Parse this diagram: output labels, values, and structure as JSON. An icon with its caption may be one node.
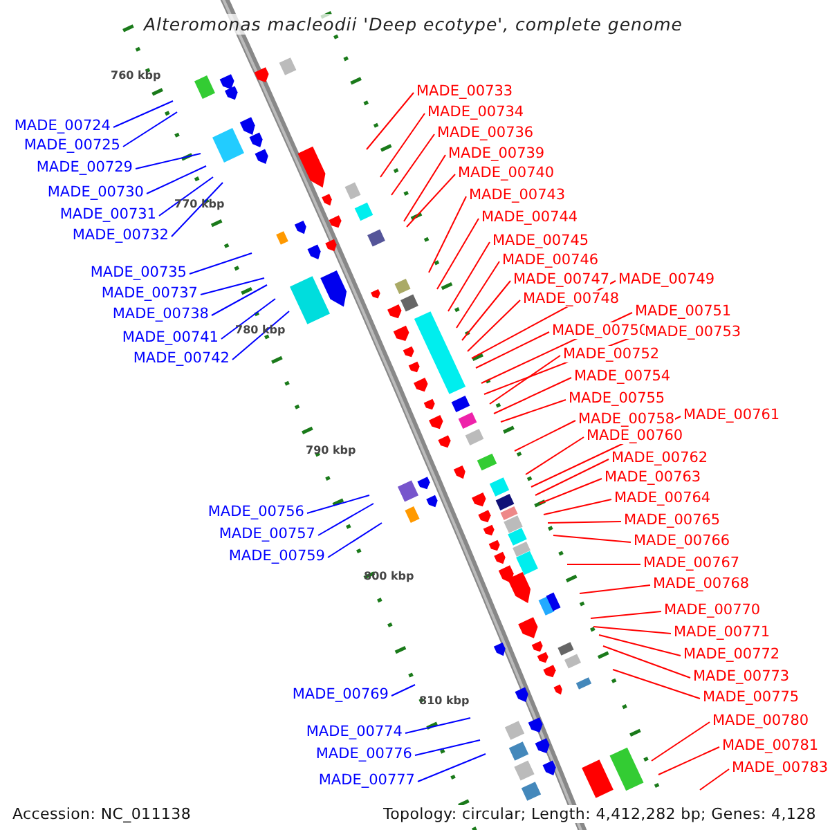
{
  "diagram": {
    "title": "Alteromonas macleodii 'Deep ecotype', complete genome",
    "nodes": [
      {
        "text": [
          "MADE_00724"
        ]
      },
      {
        "text": [
          "MADE_00725"
        ]
      },
      {
        "text": [
          "MADE_00729"
        ]
      },
      {
        "text": [
          "MADE_00730"
        ]
      },
      {
        "text": [
          "MADE_00731"
        ]
      },
      {
        "text": [
          "MADE_00732"
        ]
      },
      {
        "text": [
          "MADE_00735"
        ]
      },
      {
        "text": [
          "MADE_00737"
        ]
      },
      {
        "text": [
          "MADE_00738"
        ]
      },
      {
        "text": [
          "MADE_00741"
        ]
      },
      {
        "text": [
          "MADE_00742"
        ]
      },
      {
        "text": [
          "MADE_00756"
        ]
      },
      {
        "text": [
          "MADE_00757"
        ]
      },
      {
        "text": [
          "MADE_00759"
        ]
      },
      {
        "text": [
          "MADE_00769"
        ]
      },
      {
        "text": [
          "MADE_00774"
        ]
      },
      {
        "text": [
          "MADE_00776"
        ]
      },
      {
        "text": [
          "MADE_00777"
        ]
      },
      {
        "text": [
          "MADE_00733"
        ]
      },
      {
        "text": [
          "MADE_00734"
        ]
      },
      {
        "text": [
          "MADE_00736"
        ]
      },
      {
        "text": [
          "MADE_00739"
        ]
      },
      {
        "text": [
          "MADE_00740"
        ]
      },
      {
        "text": [
          "MADE_00743"
        ]
      },
      {
        "text": [
          "MADE_00744"
        ]
      },
      {
        "text": [
          "MADE_00745"
        ]
      },
      {
        "text": [
          "MADE_00746"
        ]
      },
      {
        "text": [
          "MADE_00747"
        ]
      },
      {
        "text": [
          "MADE_00748"
        ]
      },
      {
        "text": [
          "MADE_00749"
        ]
      },
      {
        "text": [
          "MADE_00750"
        ]
      },
      {
        "text": [
          "MADE_00751"
        ]
      },
      {
        "text": [
          "MADE_00753"
        ]
      },
      {
        "text": [
          "MADE_00752"
        ]
      },
      {
        "text": [
          "MADE_00754"
        ]
      },
      {
        "text": [
          "MADE_00755"
        ]
      },
      {
        "text": [
          "MADE_00758"
        ]
      },
      {
        "text": [
          "MADE_00761"
        ]
      },
      {
        "text": [
          "MADE_00760"
        ]
      },
      {
        "text": [
          "MADE_00762"
        ]
      },
      {
        "text": [
          "MADE_00763"
        ]
      },
      {
        "text": [
          "MADE_00764"
        ]
      },
      {
        "text": [
          "MADE_00765"
        ]
      },
      {
        "text": [
          "MADE_00766"
        ]
      },
      {
        "text": [
          "MADE_00767"
        ]
      },
      {
        "text": [
          "MADE_00768"
        ]
      },
      {
        "text": [
          "MADE_00770"
        ]
      },
      {
        "text": [
          "MADE_00771"
        ]
      },
      {
        "text": [
          "MADE_00772"
        ]
      },
      {
        "text": [
          "MADE_00773"
        ]
      },
      {
        "text": [
          "MADE_00775"
        ]
      },
      {
        "text": [
          "MADE_00780"
        ]
      },
      {
        "text": [
          "MADE_00781"
        ]
      },
      {
        "text": [
          "MADE_00783"
        ]
      }
    ],
    "edges": [
      {
        "from": 0,
        "to": null,
        "arrow": "none",
        "color": "#0000ff"
      },
      {
        "from": 1,
        "to": null,
        "arrow": "none",
        "color": "#0000ff"
      },
      {
        "from": 2,
        "to": null,
        "arrow": "none",
        "color": "#0000ff"
      },
      {
        "from": 3,
        "to": null,
        "arrow": "none",
        "color": "#0000ff"
      },
      {
        "from": 4,
        "to": null,
        "arrow": "none",
        "color": "#0000ff"
      },
      {
        "from": 5,
        "to": null,
        "arrow": "none",
        "color": "#0000ff"
      },
      {
        "from": 6,
        "to": null,
        "arrow": "none",
        "color": "#0000ff"
      },
      {
        "from": 7,
        "to": null,
        "arrow": "none",
        "color": "#0000ff"
      },
      {
        "from": 8,
        "to": null,
        "arrow": "none",
        "color": "#0000ff"
      },
      {
        "from": 9,
        "to": null,
        "arrow": "none",
        "color": "#0000ff"
      },
      {
        "from": 10,
        "to": null,
        "arrow": "none",
        "color": "#0000ff"
      },
      {
        "from": 11,
        "to": null,
        "arrow": "none",
        "color": "#0000ff"
      },
      {
        "from": 12,
        "to": null,
        "arrow": "none",
        "color": "#0000ff"
      },
      {
        "from": 13,
        "to": null,
        "arrow": "none",
        "color": "#0000ff"
      },
      {
        "from": 14,
        "to": null,
        "arrow": "none",
        "color": "#0000ff"
      },
      {
        "from": 15,
        "to": null,
        "arrow": "none",
        "color": "#0000ff"
      },
      {
        "from": 16,
        "to": null,
        "arrow": "none",
        "color": "#0000ff"
      },
      {
        "from": 17,
        "to": null,
        "arrow": "none",
        "color": "#0000ff"
      },
      {
        "from": 18,
        "to": null,
        "arrow": "none"
      },
      {
        "from": 19,
        "to": null,
        "arrow": "none"
      },
      {
        "from": 20,
        "to": null,
        "arrow": "none"
      },
      {
        "from": 21,
        "to": null,
        "arrow": "none"
      },
      {
        "from": 22,
        "to": null,
        "arrow": "none"
      },
      {
        "from": 23,
        "to": null,
        "arrow": "none"
      },
      {
        "from": 24,
        "to": null,
        "arrow": "none"
      },
      {
        "from": 25,
        "to": null,
        "arrow": "none"
      },
      {
        "from": 26,
        "to": null,
        "arrow": "none"
      },
      {
        "from": 27,
        "to": null,
        "arrow": "none"
      },
      {
        "from": 28,
        "to": null,
        "arrow": "none"
      },
      {
        "from": 29,
        "to": null,
        "arrow": "none"
      },
      {
        "from": 30,
        "to": null,
        "arrow": "none"
      },
      {
        "from": 31,
        "to": null,
        "arrow": "none"
      },
      {
        "from": 32,
        "to": null,
        "arrow": "none"
      },
      {
        "from": 33,
        "to": null,
        "arrow": "none"
      },
      {
        "from": 34,
        "to": null,
        "arrow": "none"
      },
      {
        "from": 35,
        "to": null,
        "arrow": "none"
      },
      {
        "from": 36,
        "to": null,
        "arrow": "none"
      },
      {
        "from": 37,
        "to": null,
        "arrow": "none"
      },
      {
        "from": 38,
        "to": null,
        "arrow": "none"
      },
      {
        "from": 39,
        "to": null,
        "arrow": "none"
      },
      {
        "from": 40,
        "to": null,
        "arrow": "none"
      },
      {
        "from": 41,
        "to": null,
        "arrow": "none"
      },
      {
        "from": 42,
        "to": null,
        "arrow": "none"
      },
      {
        "from": 43,
        "to": null,
        "arrow": "none"
      },
      {
        "from": 44,
        "to": null,
        "arrow": "none"
      },
      {
        "from": 45,
        "to": null,
        "arrow": "none"
      },
      {
        "from": 46,
        "to": null,
        "arrow": "none"
      },
      {
        "from": 47,
        "to": null,
        "arrow": "none"
      },
      {
        "from": 48,
        "to": null,
        "arrow": "none"
      },
      {
        "from": 49,
        "to": null,
        "arrow": "none"
      },
      {
        "from": 50,
        "to": null,
        "arrow": "none"
      },
      {
        "from": 51,
        "to": null,
        "arrow": "none"
      },
      {
        "from": 52,
        "to": null,
        "arrow": "none"
      },
      {
        "from": 53,
        "to": null,
        "arrow": "none"
      }
    ],
    "labels": [
      "760 kbp",
      "770 kbp",
      "780 kbp",
      "790 kbp",
      "800 kbp",
      "810 kbp",
      "Accession: NC_011138",
      "Topology: circular; Length: 4,412,282 bp; Genes: 4,128"
    ]
  }
}
